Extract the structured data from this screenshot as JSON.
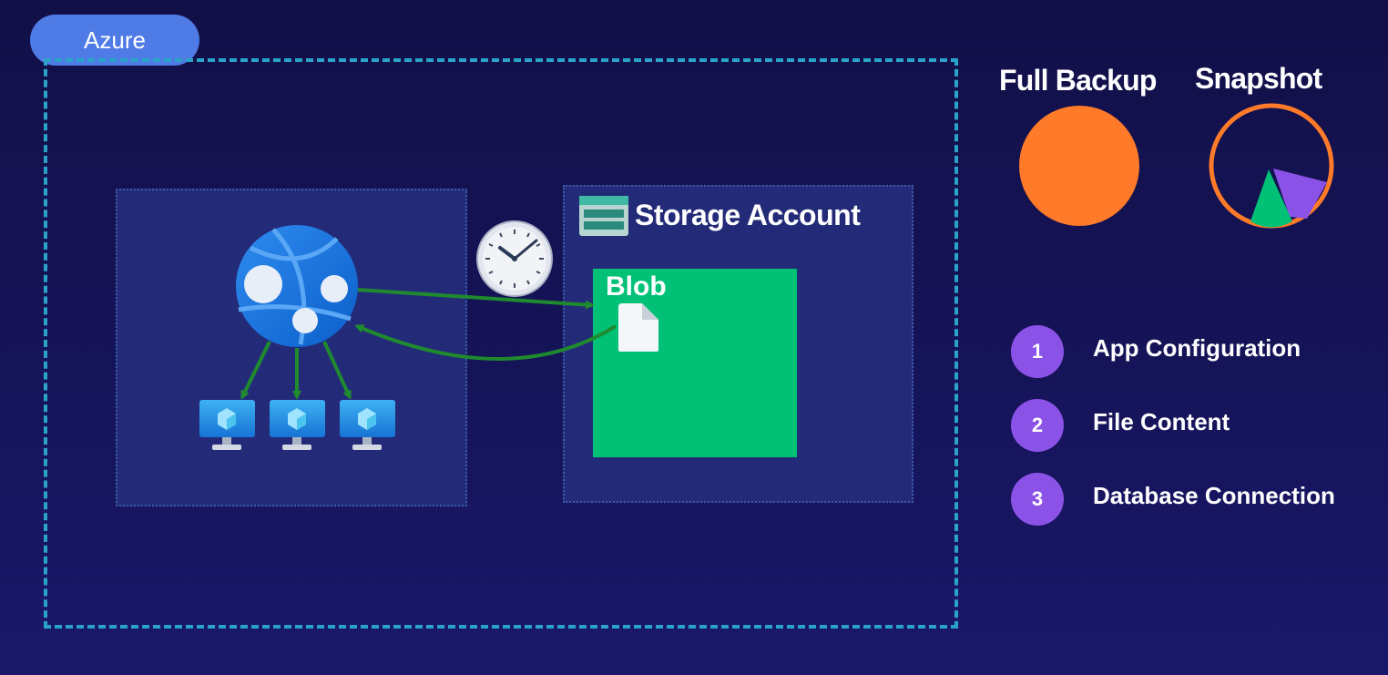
{
  "boundary": {
    "label": "Azure"
  },
  "storage": {
    "title": "Storage Account",
    "blob_label": "Blob"
  },
  "legend": {
    "full_backup": {
      "title": "Full Backup",
      "color": "#ff7a29"
    },
    "snapshot": {
      "title": "Snapshot",
      "ring_color": "#ff7a29",
      "green": "#00c176",
      "purple": "#8b52e8"
    }
  },
  "items": [
    {
      "number": "1",
      "label": "App Configuration"
    },
    {
      "number": "2",
      "label": "File Content"
    },
    {
      "number": "3",
      "label": "Database Connection"
    }
  ],
  "colors": {
    "background": "#13114a",
    "boundary_dash": "#2aa3c9",
    "panel": "#232b78",
    "arrow": "#1f8a2e",
    "blob": "#00c176",
    "badge": "#8b52e8"
  },
  "icons": {
    "web_app": "globe-icon",
    "clock": "clock-icon",
    "file": "file-icon",
    "storage": "storage-account-icon",
    "vm": "virtual-machine-icon"
  }
}
